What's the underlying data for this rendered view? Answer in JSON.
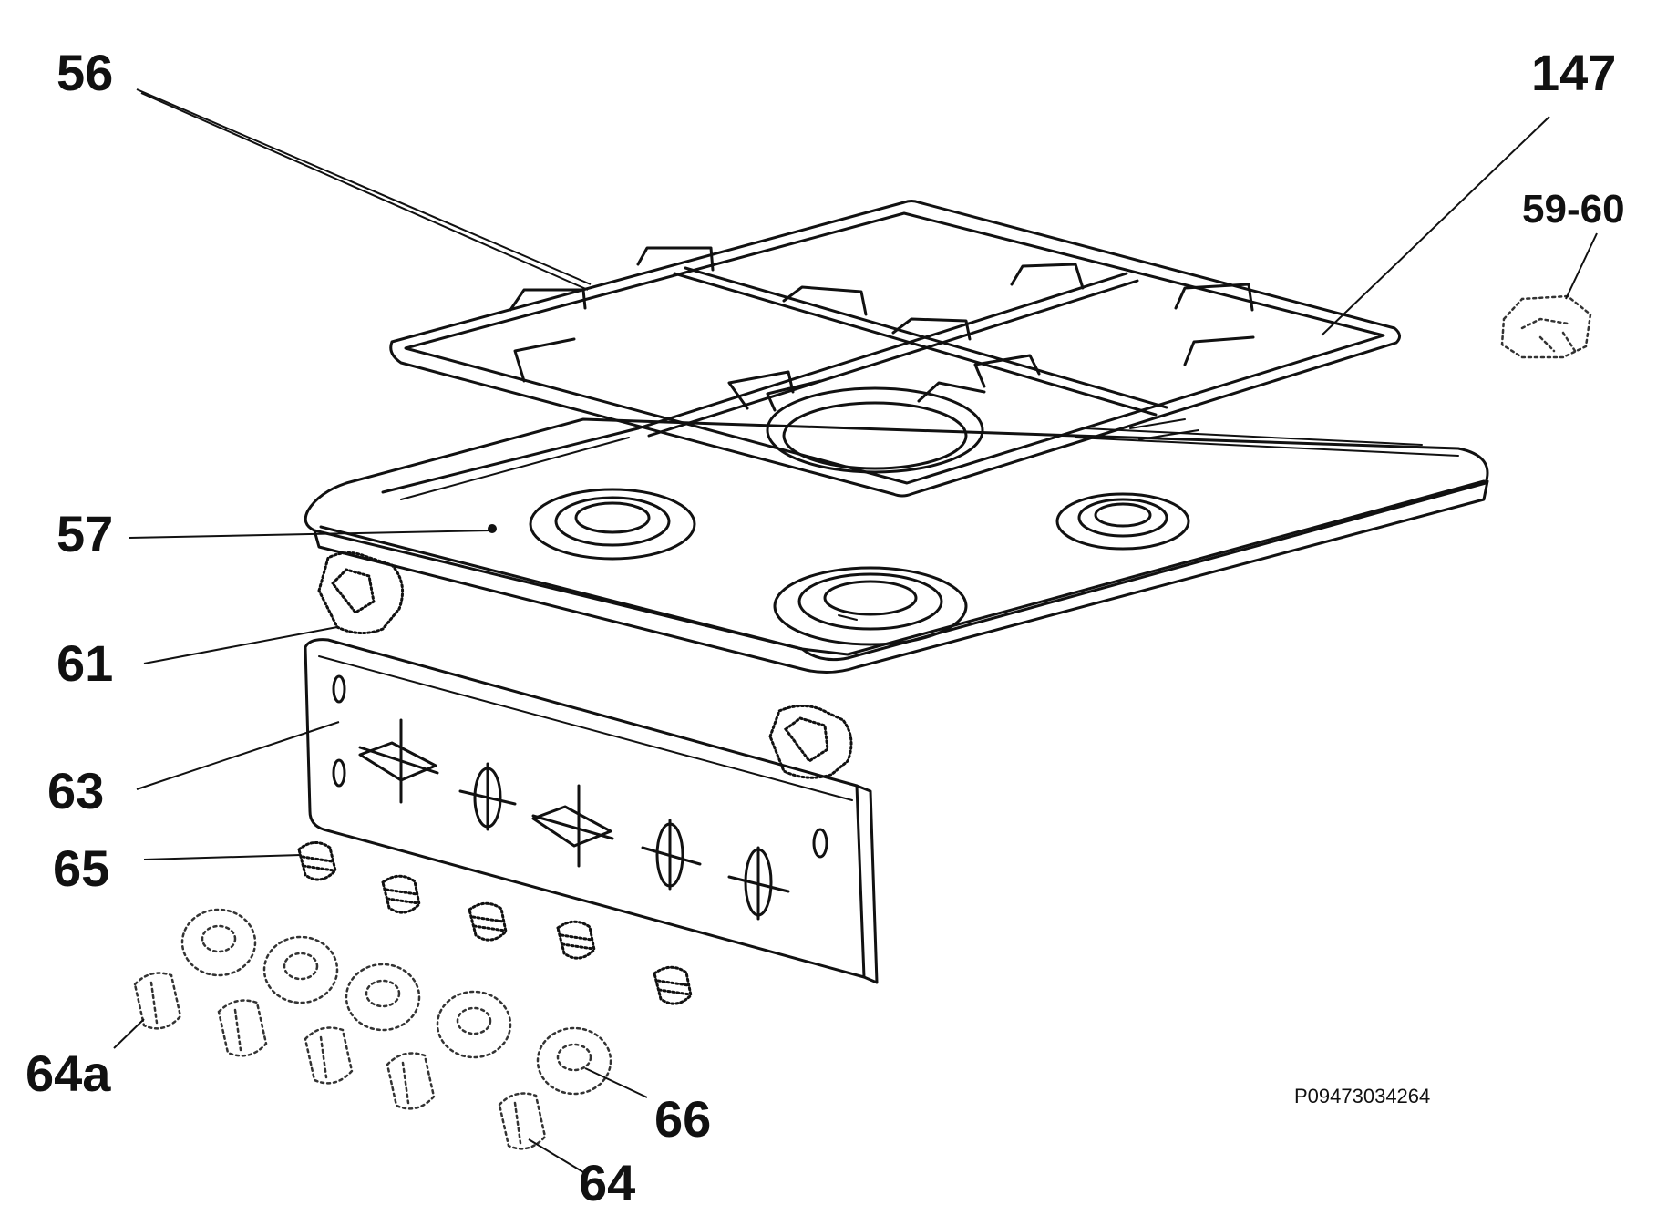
{
  "labels": {
    "l56": "56",
    "l147": "147",
    "l5960": "59-60",
    "l57": "57",
    "l61": "61",
    "l63": "63",
    "l65": "65",
    "l64a": "64a",
    "l66": "66",
    "l64": "64"
  },
  "doc_id": "P09473034264"
}
